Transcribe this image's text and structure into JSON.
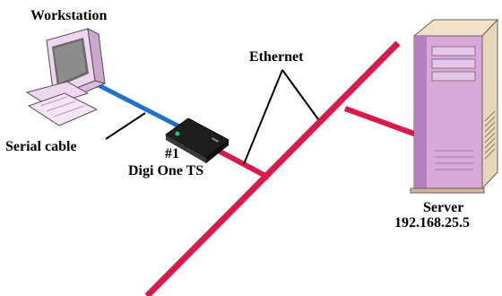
{
  "labels": {
    "workstation": "Workstation",
    "serial_cable": "Serial cable",
    "device_number": "#1",
    "device_name": "Digi One TS",
    "ethernet": "Ethernet",
    "server": "Server",
    "server_ip": "192.168.25.5"
  },
  "colors": {
    "ethernet_line": "#d81b4a",
    "serial_line": "#1e73c8",
    "server_body": "#d7a8d8",
    "server_shade": "#b67fbd",
    "workstation_body": "#efd6ef"
  }
}
